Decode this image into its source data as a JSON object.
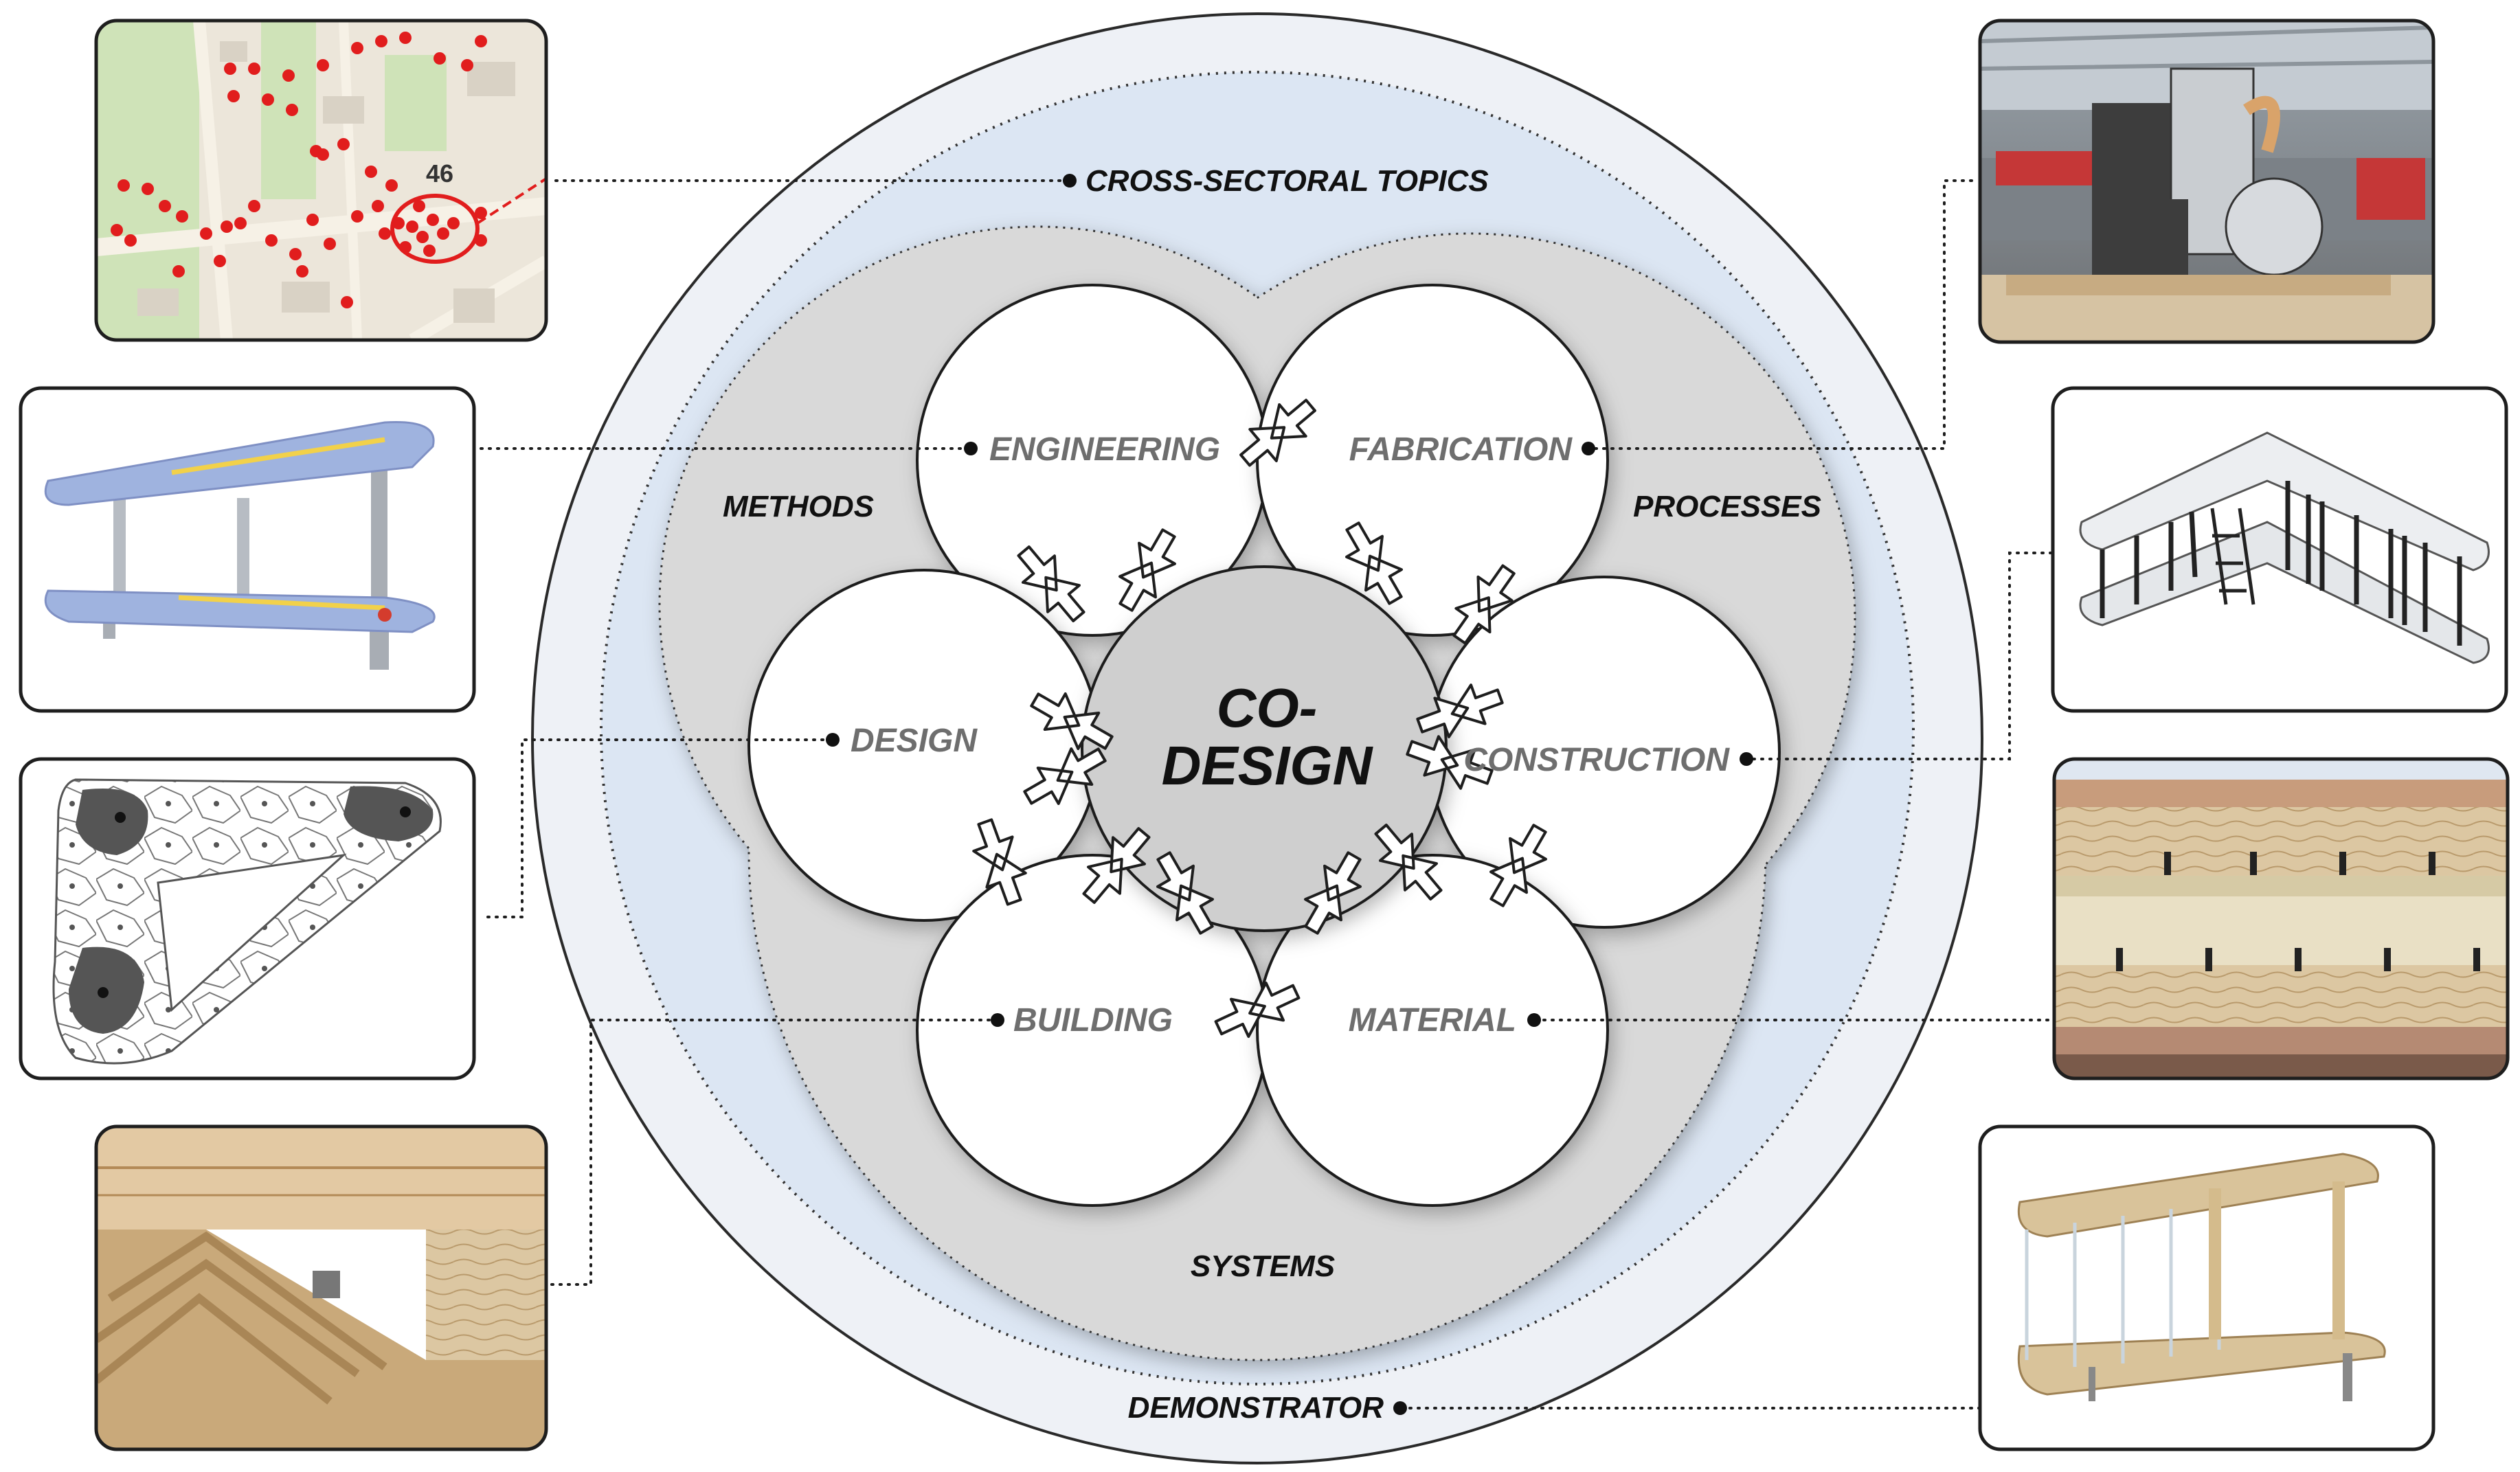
{
  "center": {
    "line1": "CO-",
    "line2": "DESIGN"
  },
  "petals": {
    "engineering": "ENGINEERING",
    "fabrication": "FABRICATION",
    "design": "DESIGN",
    "construction": "CONSTRUCTION",
    "building": "BUILDING",
    "material": "MATERIAL"
  },
  "layers": {
    "methods": "METHODS",
    "processes": "PROCESSES",
    "systems": "SYSTEMS",
    "cross_sectoral": "CROSS-SECTORAL TOPICS",
    "demonstrator": "DEMONSTRATOR"
  },
  "thumbnails": {
    "map_cluster_label": "46"
  },
  "colors": {
    "outer_ring": "#eef1f6",
    "cross_sectoral_fill": "#dce6f3",
    "inner_grey": "#d9d9d9",
    "petal": "#ffffff",
    "core": "#cfcfcf",
    "map_marker": "#e11d1d"
  }
}
